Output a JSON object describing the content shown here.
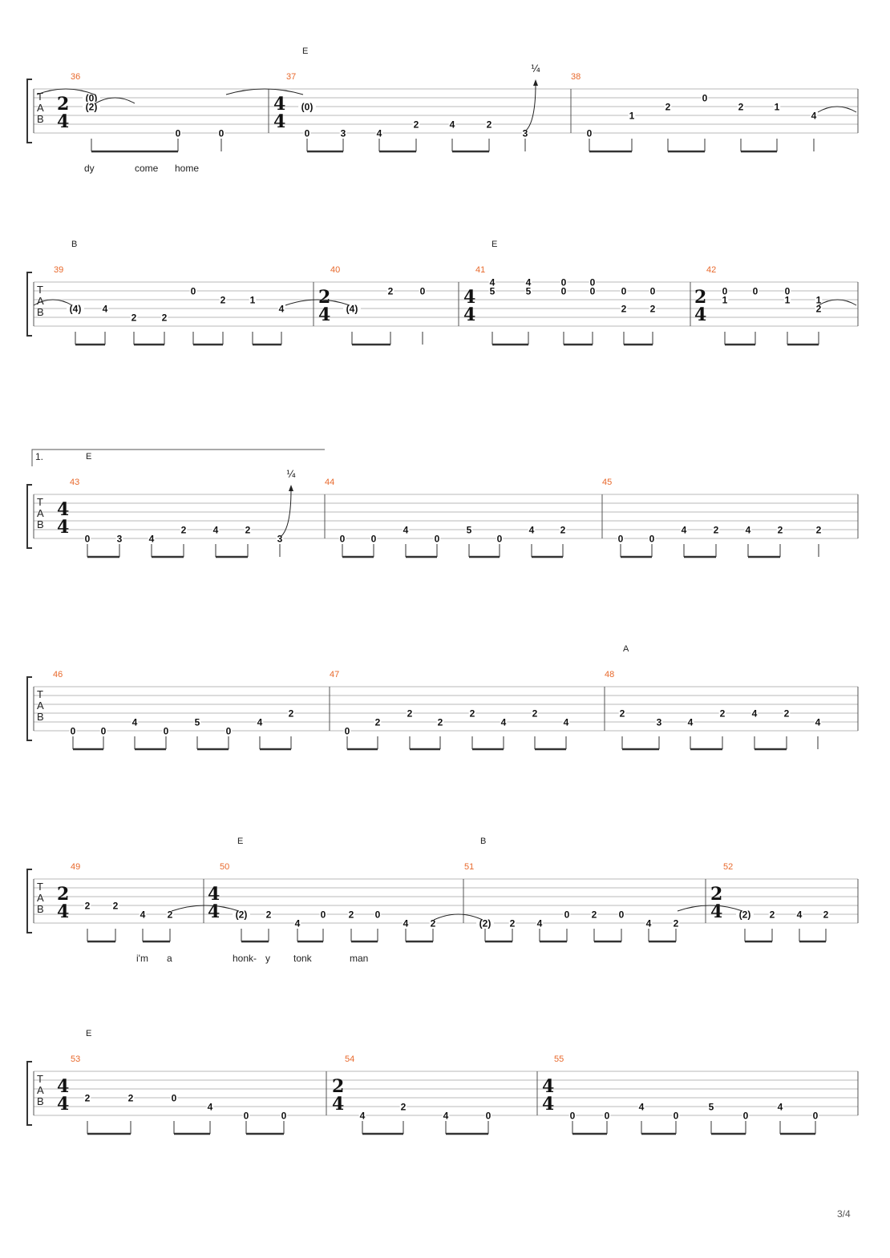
{
  "page": {
    "number_label": "3/4"
  },
  "tab_clef_letters": [
    "T",
    "A",
    "B"
  ],
  "systems": [
    {
      "chords": [
        {
          "label": "E",
          "measure": "37"
        }
      ],
      "lyrics": [
        "dy",
        "come",
        "home"
      ],
      "measures": [
        {
          "number": "36",
          "time_signature": [
            "2",
            "4"
          ]
        },
        {
          "number": "37",
          "time_signature": [
            "4",
            "4"
          ],
          "bend": "¼"
        },
        {
          "number": "38"
        }
      ]
    },
    {
      "chords": [
        {
          "label": "B",
          "measure": "39"
        },
        {
          "label": "E",
          "measure": "41"
        }
      ],
      "lyrics": [],
      "measures": [
        {
          "number": "39"
        },
        {
          "number": "40",
          "time_signature": [
            "2",
            "4"
          ]
        },
        {
          "number": "41",
          "time_signature": [
            "4",
            "4"
          ]
        },
        {
          "number": "42",
          "time_signature": [
            "2",
            "4"
          ]
        }
      ]
    },
    {
      "volta": "1.",
      "chords": [
        {
          "label": "E",
          "measure": "43"
        }
      ],
      "lyrics": [],
      "measures": [
        {
          "number": "43",
          "time_signature": [
            "4",
            "4"
          ],
          "bend": "¼"
        },
        {
          "number": "44"
        },
        {
          "number": "45"
        }
      ]
    },
    {
      "chords": [
        {
          "label": "A",
          "measure": "48"
        }
      ],
      "lyrics": [],
      "measures": [
        {
          "number": "46"
        },
        {
          "number": "47"
        },
        {
          "number": "48"
        }
      ]
    },
    {
      "chords": [
        {
          "label": "E",
          "measure": "50"
        },
        {
          "label": "B",
          "measure": "51"
        }
      ],
      "lyrics": [
        "i'm",
        "a",
        "honk-",
        "y",
        "tonk",
        "man"
      ],
      "measures": [
        {
          "number": "49",
          "time_signature": [
            "2",
            "4"
          ]
        },
        {
          "number": "50",
          "time_signature": [
            "4",
            "4"
          ]
        },
        {
          "number": "51"
        },
        {
          "number": "52",
          "time_signature": [
            "2",
            "4"
          ]
        }
      ]
    },
    {
      "chords": [
        {
          "label": "E",
          "measure": "53"
        }
      ],
      "lyrics": [],
      "measures": [
        {
          "number": "53",
          "time_signature": [
            "4",
            "4"
          ]
        },
        {
          "number": "54",
          "time_signature": [
            "2",
            "4"
          ]
        },
        {
          "number": "55",
          "time_signature": [
            "4",
            "4"
          ]
        }
      ]
    }
  ],
  "notes": [
    [
      "(0)",
      "(2)",
      "0",
      "0"
    ],
    [
      "(0)",
      "0",
      "3",
      "4",
      "2",
      "4",
      "2",
      "3"
    ],
    [
      "0",
      "1",
      "2",
      "0",
      "2",
      "1",
      "4"
    ],
    [
      "(4)",
      "4",
      "2",
      "2",
      "0",
      "2",
      "1",
      "4"
    ],
    [
      "(4)",
      "2",
      "0"
    ],
    [
      "4",
      "5",
      "4",
      "5",
      "0",
      "0",
      "0",
      "0",
      "2",
      "0",
      "2",
      "0"
    ],
    [
      "0",
      "1",
      "0",
      "0",
      "1",
      "1",
      "2"
    ],
    [
      "0",
      "3",
      "4",
      "2",
      "4",
      "2",
      "3"
    ],
    [
      "0",
      "0",
      "4",
      "0",
      "5",
      "0",
      "4",
      "2"
    ],
    [
      "0",
      "0",
      "4",
      "2",
      "4",
      "2",
      "2"
    ],
    [
      "0",
      "0",
      "4",
      "0",
      "5",
      "0",
      "4",
      "2"
    ],
    [
      "0",
      "2",
      "2",
      "2",
      "2",
      "4",
      "2",
      "4"
    ],
    [
      "2",
      "3",
      "4",
      "2",
      "4",
      "2",
      "4"
    ],
    [
      "2",
      "2",
      "4",
      "2"
    ],
    [
      "(2)",
      "2",
      "4",
      "0",
      "2",
      "0",
      "4",
      "2"
    ],
    [
      "(2)",
      "2",
      "4",
      "0",
      "2",
      "0",
      "4",
      "2"
    ],
    [
      "(2)",
      "2",
      "4",
      "2"
    ],
    [
      "2",
      "2",
      "0",
      "4",
      "0",
      "0"
    ],
    [
      "4",
      "2",
      "4",
      "0"
    ],
    [
      "0",
      "0",
      "4",
      "0",
      "5",
      "0",
      "4",
      "0"
    ]
  ]
}
